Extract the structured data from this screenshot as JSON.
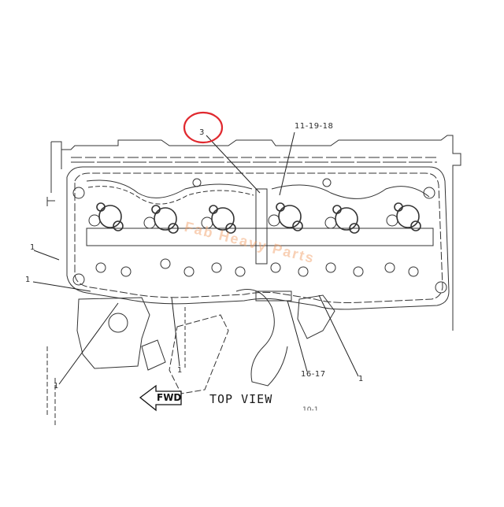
{
  "diagram": {
    "view_title": "TOP VIEW",
    "direction_arrow": {
      "label": "FWD",
      "icon": "left-arrow-icon"
    },
    "highlight_color": "#e0282e",
    "line_color": "#333333",
    "watermark": "Fab Heavy Parts",
    "callouts": [
      {
        "id": "c3",
        "label": "3",
        "highlighted": true
      },
      {
        "id": "c11",
        "label": "11-19-18"
      },
      {
        "id": "c1a",
        "label": "1"
      },
      {
        "id": "c1b",
        "label": "1"
      },
      {
        "id": "c1c",
        "label": "1"
      },
      {
        "id": "c1d",
        "label": "1"
      },
      {
        "id": "c1e",
        "label": "1"
      },
      {
        "id": "c16",
        "label": "16-17"
      }
    ],
    "partial_text": "10-1"
  }
}
